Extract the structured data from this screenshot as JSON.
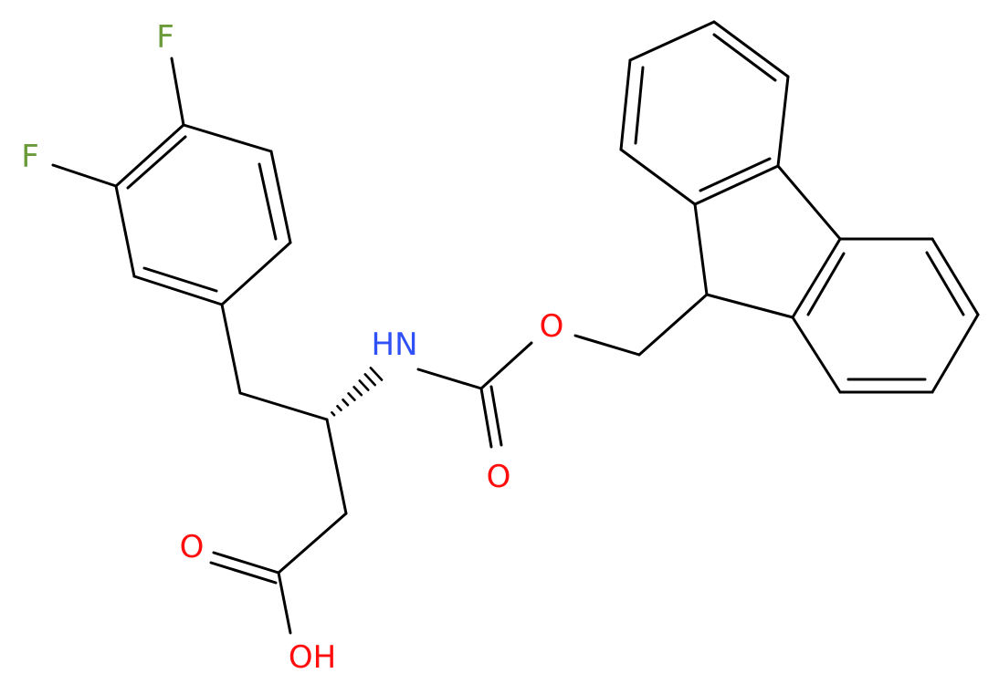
{
  "colors": {
    "F": "#6a9a3a",
    "N": "#3050f8",
    "O": "#ff0d0d",
    "bond": "#000000",
    "background": "#ffffff"
  },
  "atoms": {
    "f_top": "F",
    "f_left": "F",
    "nh": "HN",
    "o_ester": "O",
    "o_carbonyl": "O",
    "o_acid": "O",
    "oh": "OH"
  }
}
